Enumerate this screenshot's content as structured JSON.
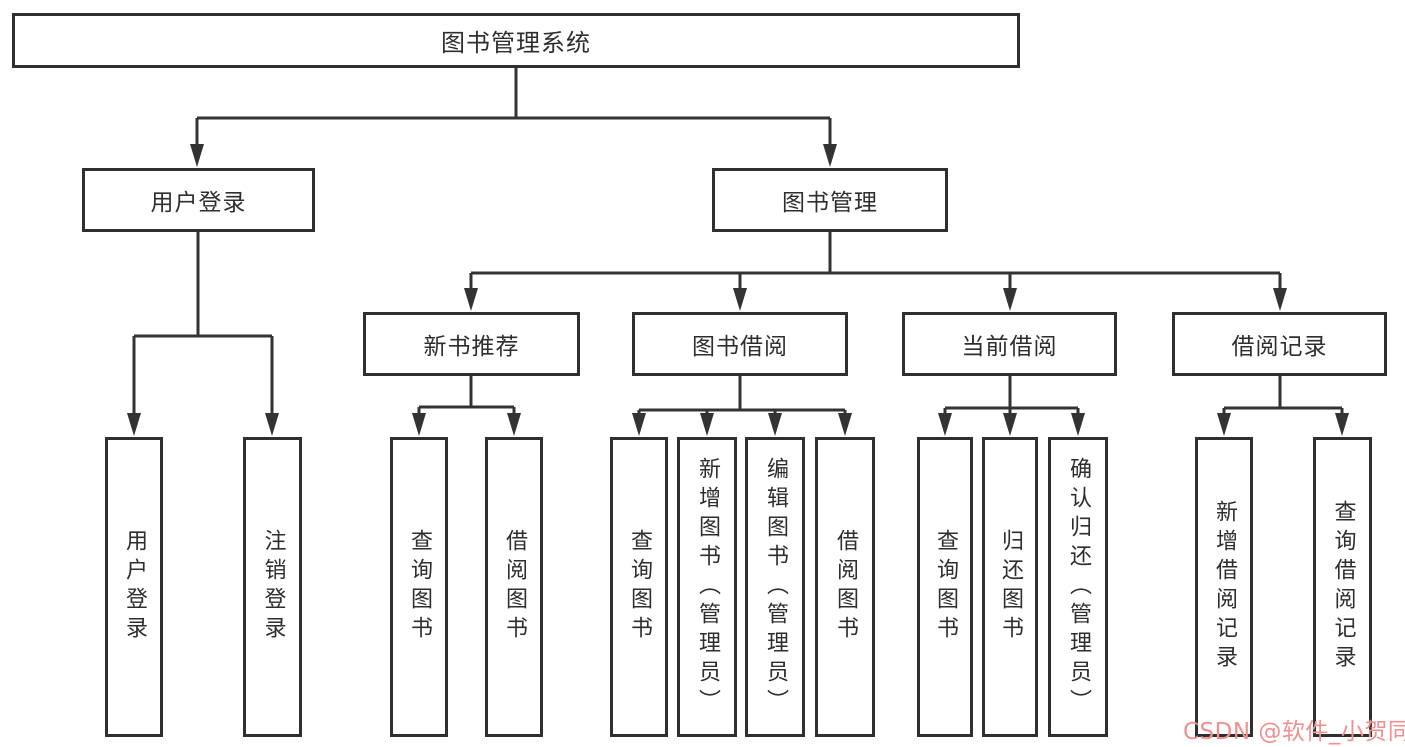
{
  "diagram": {
    "type": "hierarchy-tree",
    "background_color": "#ffffff",
    "line_color": "#333333",
    "box_border_color": "#2f2f2f",
    "text_color": "#2e2e2e"
  },
  "tree": {
    "root": {
      "label": "图书管理系统",
      "children": [
        {
          "label": "用户登录",
          "children": [
            {
              "label": "用户登录"
            },
            {
              "label": "注销登录"
            }
          ]
        },
        {
          "label": "图书管理",
          "children": [
            {
              "label": "新书推荐",
              "children": [
                {
                  "label": "查询图书"
                },
                {
                  "label": "借阅图书"
                }
              ]
            },
            {
              "label": "图书借阅",
              "children": [
                {
                  "label": "查询图书"
                },
                {
                  "label": "新增图书（管理员）"
                },
                {
                  "label": "编辑图书（管理员）"
                },
                {
                  "label": "借阅图书"
                }
              ]
            },
            {
              "label": "当前借阅",
              "children": [
                {
                  "label": "查询图书"
                },
                {
                  "label": "归还图书"
                },
                {
                  "label": "确认归还（管理员）"
                }
              ]
            },
            {
              "label": "借阅记录",
              "children": [
                {
                  "label": "新增借阅记录"
                },
                {
                  "label": "查询借阅记录"
                }
              ]
            }
          ]
        }
      ]
    }
  },
  "watermark": {
    "text": "CSDN @软件_小贺同学",
    "color": "#f0908f"
  }
}
